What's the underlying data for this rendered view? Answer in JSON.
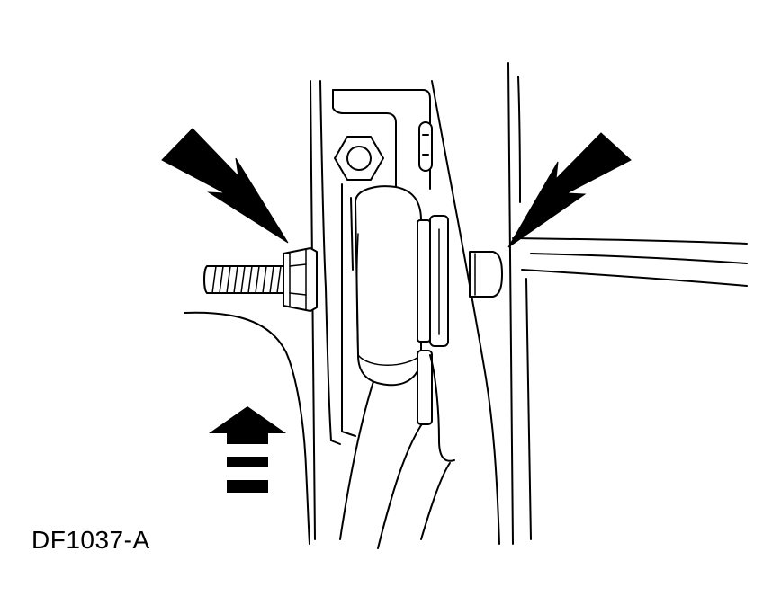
{
  "figure": {
    "id_label": "DF1037-A"
  },
  "colors": {
    "ink": "#000000",
    "paper": "#ffffff",
    "highlight": "#e6e6e6"
  },
  "callouts": [
    {
      "name": "arrow-bolt-head",
      "direction": "down-right"
    },
    {
      "name": "arrow-nut-end",
      "direction": "down-left"
    },
    {
      "name": "vehicle-front-arrow",
      "direction": "up"
    }
  ]
}
